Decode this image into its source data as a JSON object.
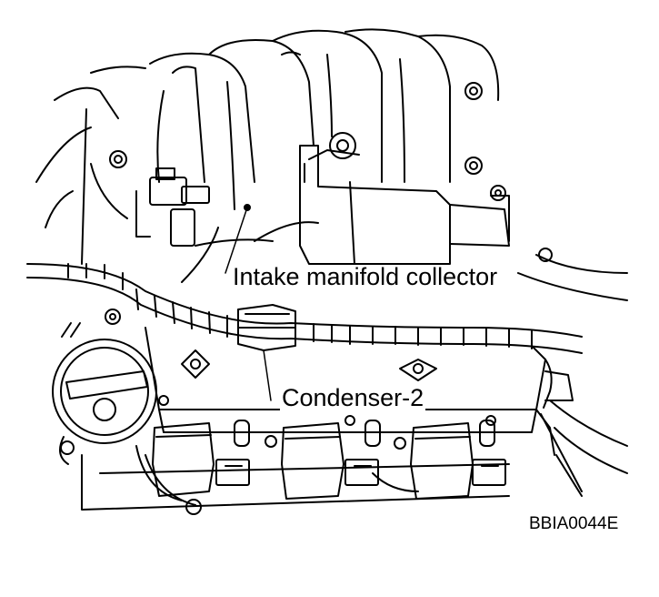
{
  "diagram": {
    "callouts": {
      "intake_manifold_collector": "Intake manifold collector",
      "condenser": "Condenser-2"
    },
    "figure_code": "BBIA0044E",
    "colors": {
      "line": "#000000",
      "background": "#ffffff"
    }
  }
}
